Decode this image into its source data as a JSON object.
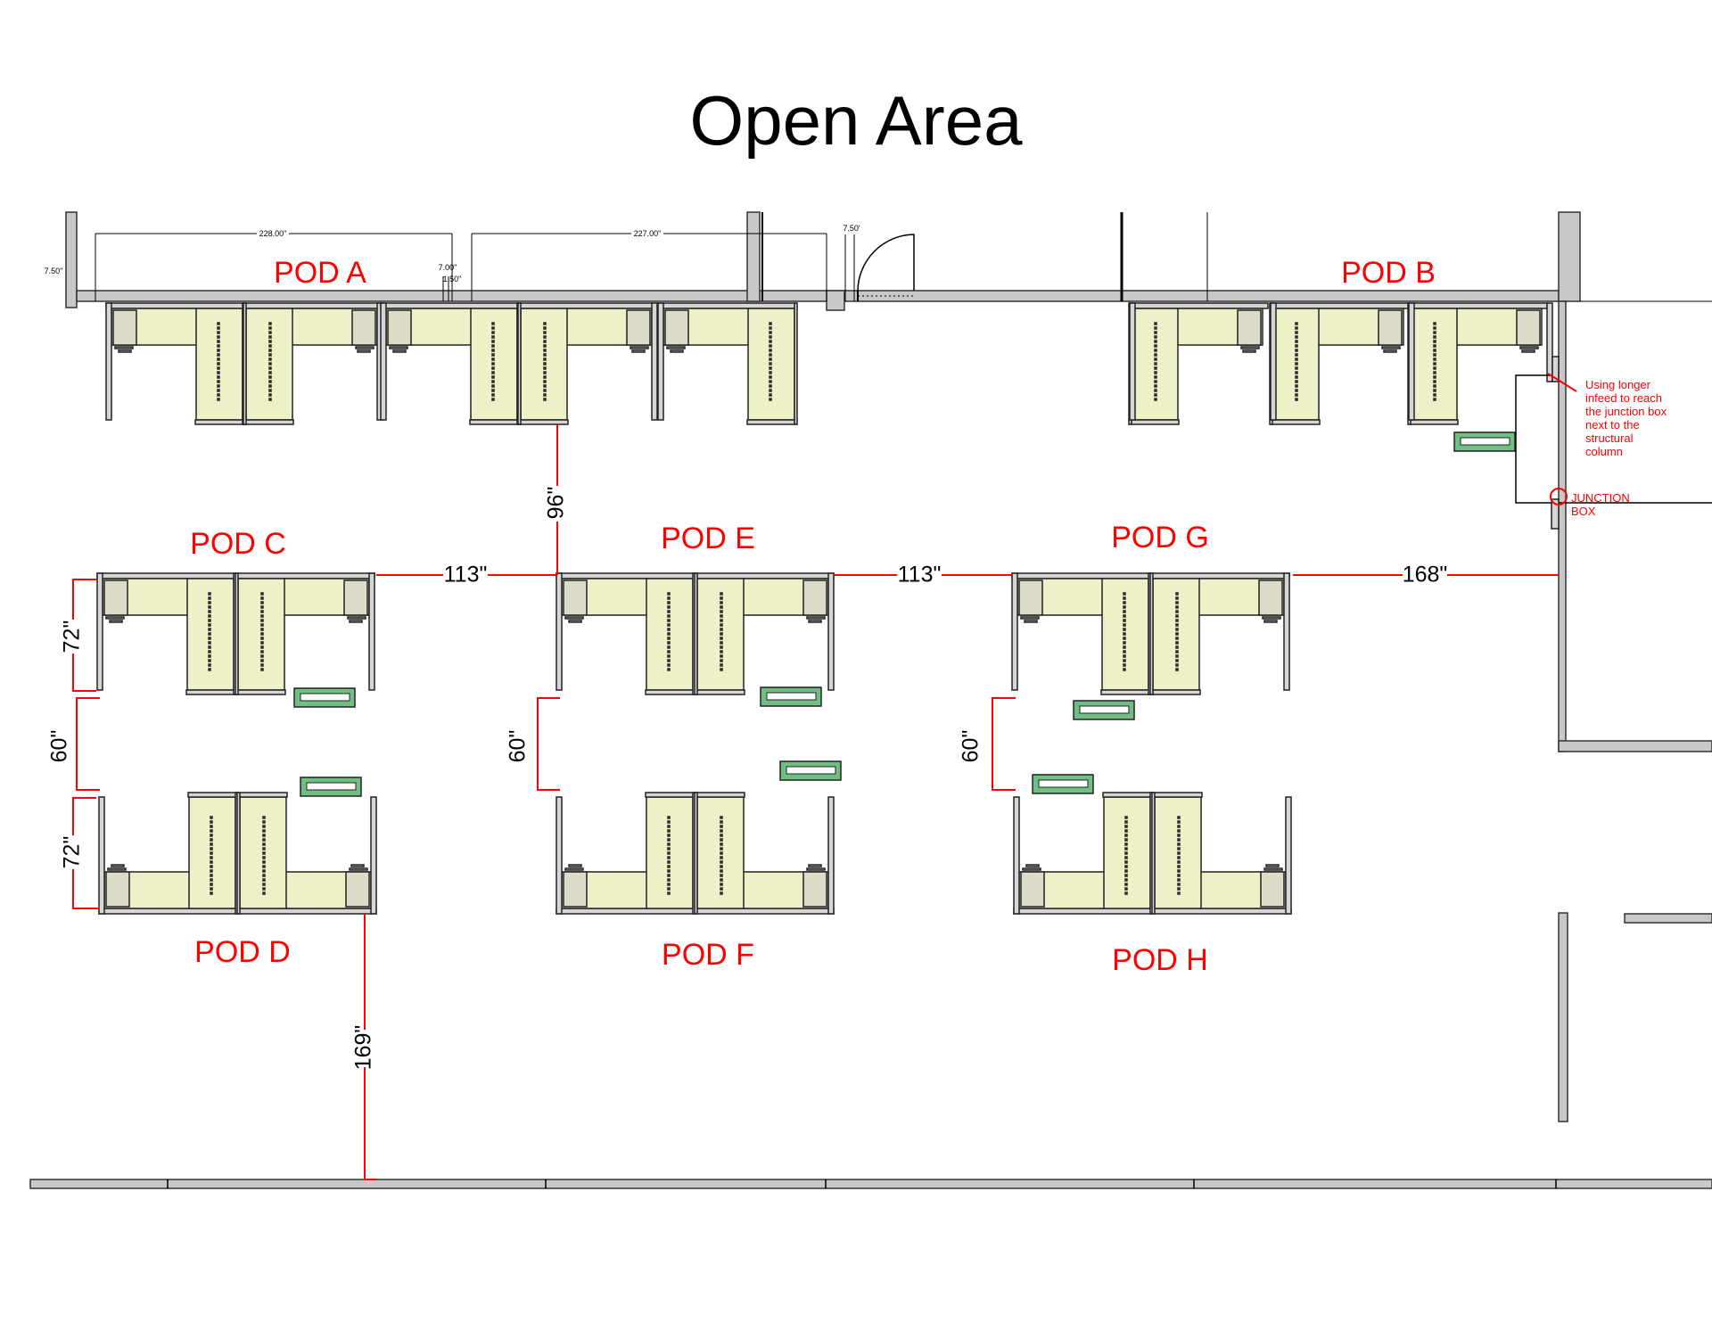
{
  "title": "Open Area",
  "pods": {
    "a": "POD A",
    "b": "POD B",
    "c": "POD C",
    "d": "POD D",
    "e": "POD E",
    "f": "POD F",
    "g": "POD G",
    "h": "POD H"
  },
  "red_dimensions": {
    "a_to_e": "96\"",
    "c_to_e": "113\"",
    "e_to_g": "113\"",
    "g_to_wall": "168\"",
    "c_depth": "72\"",
    "c_to_d": "60\"",
    "d_depth": "72\"",
    "e_to_f": "60\"",
    "g_to_h": "60\"",
    "d_to_wall": "169\""
  },
  "wall_dimensions": {
    "span_1": "228.00\"",
    "span_2": "227.00\"",
    "left_offset": "7.50\"",
    "gap_outer": "7.00\"",
    "gap_inner": "1.50\"",
    "door_offset": "7.50'"
  },
  "annotation": {
    "lines": [
      "Using longer",
      "infeed to reach",
      "the junction box",
      "next to the",
      "structural",
      "column"
    ],
    "junction_label_1": "JUNCTION",
    "junction_label_2": "BOX"
  },
  "colors": {
    "pod_label": "#ff0000",
    "worksurface": "#eef0c8",
    "power_box": "#6fbf83"
  }
}
